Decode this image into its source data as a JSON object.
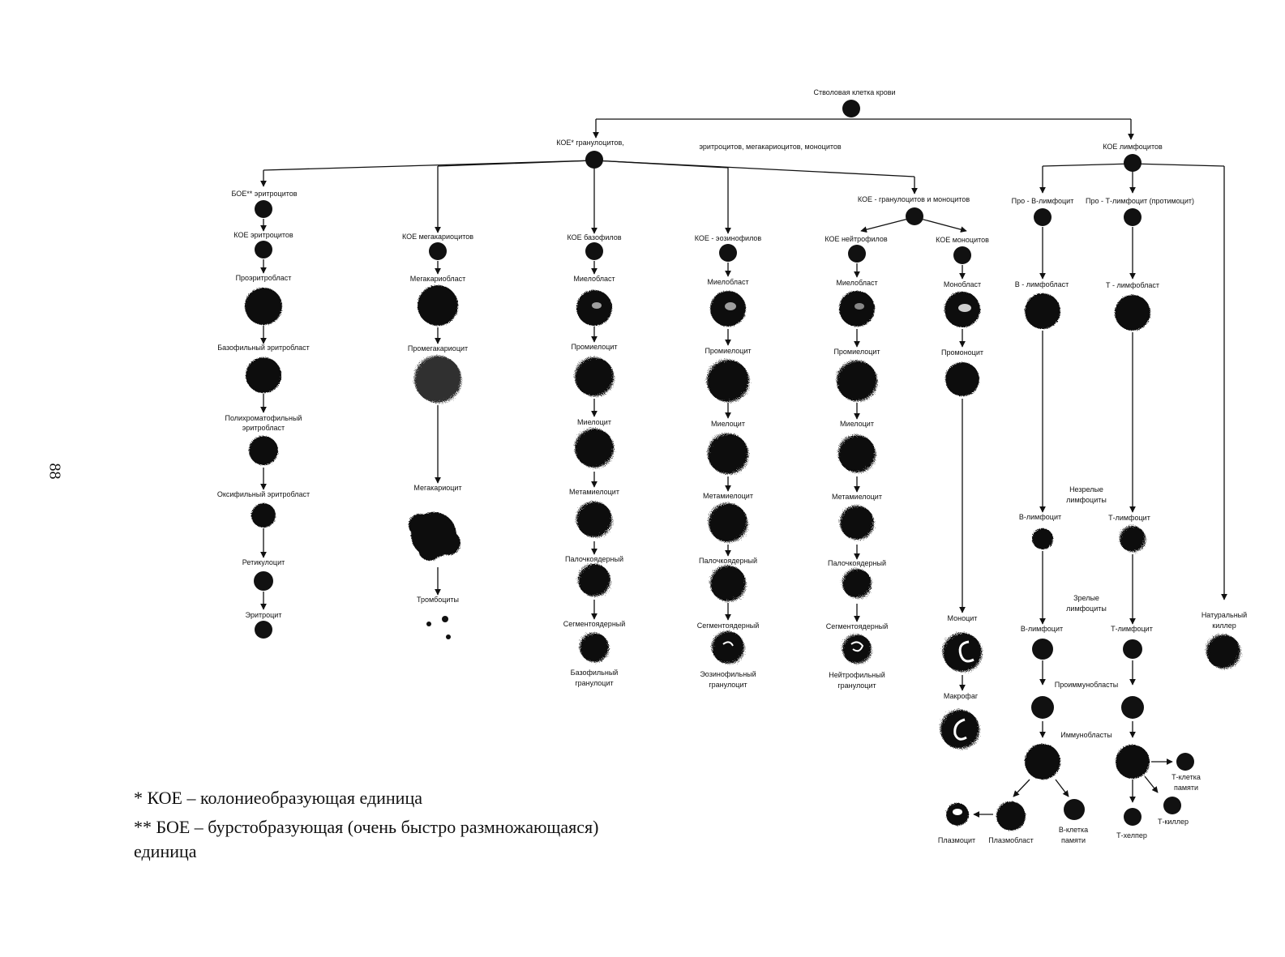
{
  "page_number": "88",
  "footnotes": {
    "line1": "* КОЕ – колониеобразующая единица",
    "line2": "** БОЕ – бурстобразующая (очень быстро размножающаяся)",
    "line3": "единица"
  },
  "labels": {
    "stem": "Стволовая клетка крови",
    "koe_gran": "КОЕ* гранулоцитов,",
    "koe_gran_rest": "эритроцитов, мегакариоцитов, моноцитов",
    "koe_lymph": "КОЕ лимфоцитов",
    "boe_ery": "БОЕ** эритроцитов",
    "koe_ery": "КОЕ эритроцитов",
    "proerythroblast": "Проэритробласт",
    "baso_erythroblast": "Базофильный эритробласт",
    "poly_erythroblast_1": "Полихроматофильный",
    "poly_erythroblast_2": "эритробласт",
    "oxy_erythroblast": "Оксифильный эритробласт",
    "reticulocyte": "Ретикулоцит",
    "erythrocyte": "Эритроцит",
    "koe_mega": "КОЕ мегакариоцитов",
    "megakaryoblast": "Мегакариобласт",
    "promegakaryocyte": "Промегакариоцит",
    "megakaryocyte": "Мегакариоцит",
    "thrombocytes": "Тромбоциты",
    "koe_baso": "КОЕ базофилов",
    "baso_myeloblast": "Миелобласт",
    "baso_promyelocyte": "Промиелоцит",
    "baso_myelocyte": "Миелоцит",
    "baso_metamyelocyte": "Метамиелоцит",
    "baso_band": "Палочкоядерный",
    "baso_segmented": "Сегментоядерный",
    "baso_granulocyte_1": "Базофильный",
    "baso_granulocyte_2": "гранулоцит",
    "koe_eos": "КОЕ - эозинофилов",
    "eos_myeloblast": "Миелобласт",
    "eos_promyelocyte": "Промиелоцит",
    "eos_myelocyte": "Миелоцит",
    "eos_metamyelocyte": "Метамиелоцит",
    "eos_band": "Палочкоядерный",
    "eos_segmented": "Сегментоядерный",
    "eos_granulocyte_1": "Эозинофильный",
    "eos_granulocyte_2": "гранулоцит",
    "koe_gm": "КОЕ - гранулоцитов и моноцитов",
    "koe_neut": "КОЕ нейтрофилов",
    "neut_myeloblast": "Миелобласт",
    "neut_promyelocyte": "Промиелоцит",
    "neut_myelocyte": "Миелоцит",
    "neut_metamyelocyte": "Метамиелоцит",
    "neut_band": "Палочкоядерный",
    "neut_segmented": "Сегментоядерный",
    "neut_granulocyte_1": "Нейтрофильный",
    "neut_granulocyte_2": "гранулоцит",
    "koe_mono": "КОЕ моноцитов",
    "monoblast": "Монобласт",
    "promonocyte": "Промоноцит",
    "monocyte": "Моноцит",
    "macrophage": "Макрофаг",
    "pro_b": "Про - В-лимфоцит",
    "pro_t": "Про - Т-лимфоцит (протимоцит)",
    "b_lymphoblast": "В - лимфобласт",
    "t_lymphoblast": "Т - лимфобласт",
    "immature_1": "Незрелые",
    "immature_2": "лимфоциты",
    "b_lymphocyte_immature": "В-лимфоцит",
    "t_lymphocyte_immature": "Т-лимфоцит",
    "mature_1": "Зрелые",
    "mature_2": "лимфоциты",
    "b_lymphocyte_mature": "В-лимфоцит",
    "t_lymphocyte_mature": "Т-лимфоцит",
    "nk_1": "Натуральный",
    "nk_2": "киллер",
    "proimmunoblasts": "Проиммунобласты",
    "immunoblasts": "Иммунобласты",
    "plasmocyte": "Плазмоцит",
    "plasmoblast": "Плазмобласт",
    "b_memory_1": "В-клетка",
    "b_memory_2": "памяти",
    "t_memory_1": "Т-клетка",
    "t_memory_2": "памяти",
    "t_helper": "Т-хелпер",
    "t_killer": "Т-киллер"
  }
}
